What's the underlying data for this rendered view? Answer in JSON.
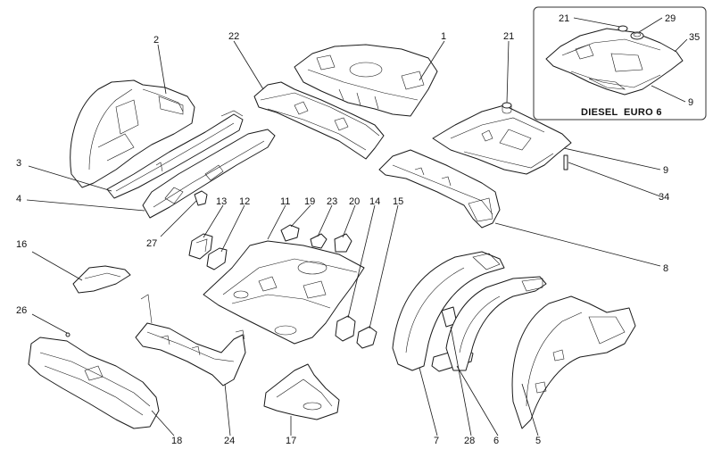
{
  "diagram": {
    "labels": {
      "p1": "1",
      "p2": "2",
      "p3": "3",
      "p4": "4",
      "p5": "5",
      "p6": "6",
      "p7": "7",
      "p8": "8",
      "p9": "9",
      "p11": "11",
      "p12": "12",
      "p13": "13",
      "p14": "14",
      "p15": "15",
      "p16": "16",
      "p17": "17",
      "p18": "18",
      "p19": "19",
      "p20": "20",
      "p21": "21",
      "p22": "22",
      "p23": "23",
      "p24": "24",
      "p26": "26",
      "p27": "27",
      "p28": "28",
      "p34": "34"
    },
    "inset": {
      "title": "DIESEL  EURO 6",
      "labels": {
        "p21": "21",
        "p29": "29",
        "p35": "35",
        "p9": "9"
      }
    }
  }
}
